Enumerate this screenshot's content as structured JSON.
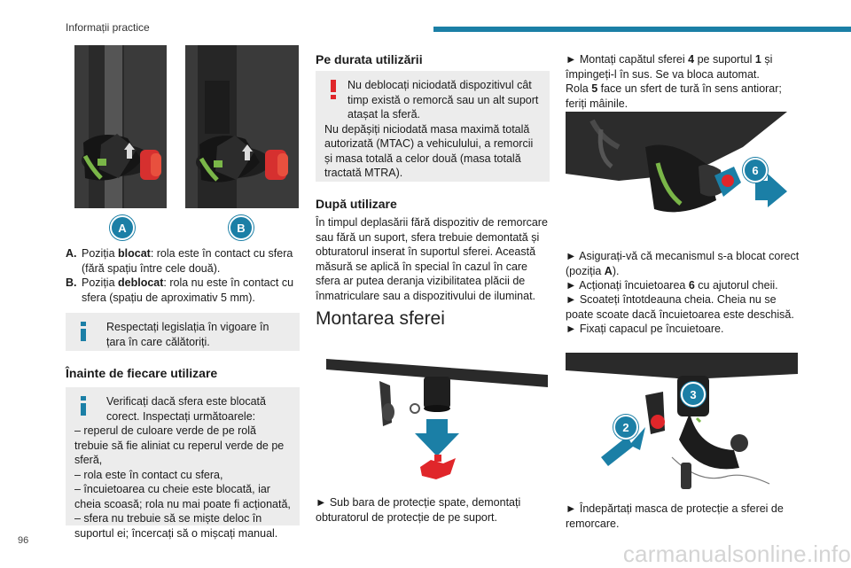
{
  "header": {
    "section_title": "Informații practice"
  },
  "page_number": "96",
  "watermark": "carmanualsonline.info",
  "figures": {
    "a_label": "A",
    "b_label": "B",
    "fig_6_label": "6",
    "fig_3_label": "3",
    "fig_2_label": "2"
  },
  "positions": {
    "a_key": "A.",
    "a_pre": "Poziția ",
    "a_bold": "blocat",
    "a_post": ": rola este în contact cu sfera (fără spațiu între cele două).",
    "b_key": "B.",
    "b_pre": "Poziția ",
    "b_bold": "deblocat",
    "b_post": ": rola nu este în contact cu sfera (spațiu de aproximativ 5 mm)."
  },
  "note_legislation": "Respectați legislația în vigoare în țara în care călătoriți.",
  "before_use": {
    "title": "Înainte de fiecare utilizare",
    "note_first": "Verificați dacă sfera este blocată corect. Inspectați următoarele:",
    "items": [
      "–  reperul de culoare verde de pe rolă trebuie să fie aliniat cu reperul verde de pe sferă,",
      "–  rola este în contact cu sfera,",
      "–  încuietoarea cu cheie este blocată, iar cheia scoasă; rola nu mai poate fi acționată,",
      "–  sfera nu trebuie să se miște deloc în suportul ei; încercați să o mișcați manual."
    ]
  },
  "during_use": {
    "title": "Pe durata utilizării",
    "note_p1": "Nu deblocați niciodată dispozitivul cât timp există o remorcă sau un alt suport atașat la sferă.",
    "note_p2": "Nu depășiți niciodată masa maximă totală autorizată (MTAC) a vehiculului, a remorcii și masa totală a celor două (masa totală tractată MTRA)."
  },
  "after_use": {
    "title": "După utilizare",
    "text": "În timpul deplasării fără dispozitiv de remorcare sau fără un suport, sfera trebuie demontată și obturatorul inserat în suportul sferei. Această măsură se aplică în special în cazul în care sfera ar putea deranja vizibilitatea plăcii de înmatriculare sau a dispozitivului de iluminat."
  },
  "mounting": {
    "title": "Montarea sferei",
    "step1": "►  Sub bara de protecție spate, demontați obturatorul de protecție de pe suport.",
    "step2_a": "►  Montați capătul sferei ",
    "step2_b4": "4",
    "step2_c": " pe suportul ",
    "step2_d1": "1",
    "step2_e": " și împingeți-l în sus. Se va bloca automat.",
    "step2_f": "Rola ",
    "step2_g5": "5",
    "step2_h": " face un sfert de tură în sens antiorar; feriți mâinile.",
    "step3_a": "►  Asigurați-vă că mecanismul s-a blocat corect (poziția ",
    "step3_b": "A",
    "step3_c": ").",
    "step4_a": "►  Acționați încuietoarea ",
    "step4_b": "6",
    "step4_c": " cu ajutorul cheii.",
    "step5": "►  Scoateți întotdeauna cheia. Cheia nu se poate scoate dacă încuietoarea este deschisă.",
    "step6": "►  Fixați capacul pe încuietoare.",
    "step7": "►  Îndepărtați masca de protecție a sferei de remorcare."
  },
  "colors": {
    "accent": "#1b7fa6",
    "warning": "#e0262a",
    "note_bg": "#ececec"
  }
}
